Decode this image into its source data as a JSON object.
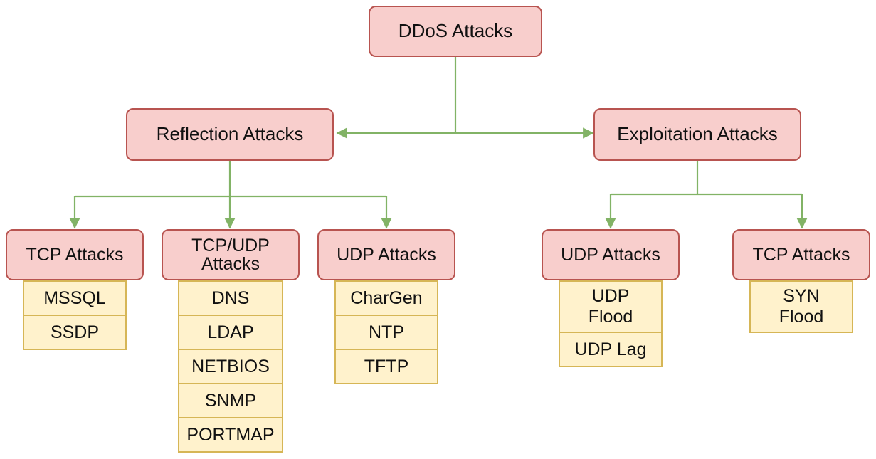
{
  "colors": {
    "node_fill": "#f8cecc",
    "node_border": "#b85450",
    "item_fill": "#fff2cc",
    "item_border": "#d6b656",
    "connector": "#82b366"
  },
  "root": {
    "label": "DDoS Attacks"
  },
  "branches": [
    {
      "label": "Reflection Attacks",
      "categories": [
        {
          "label": "TCP Attacks",
          "items": [
            "MSSQL",
            "SSDP"
          ]
        },
        {
          "label": "TCP/UDP Attacks",
          "items": [
            "DNS",
            "LDAP",
            "NETBIOS",
            "SNMP",
            "PORTMAP"
          ]
        },
        {
          "label": "UDP Attacks",
          "items": [
            "CharGen",
            "NTP",
            "TFTP"
          ]
        }
      ]
    },
    {
      "label": "Exploitation Attacks",
      "categories": [
        {
          "label": "UDP Attacks",
          "items": [
            "UDP Flood",
            "UDP Lag"
          ]
        },
        {
          "label": "TCP Attacks",
          "items": [
            "SYN Flood"
          ]
        }
      ]
    }
  ]
}
